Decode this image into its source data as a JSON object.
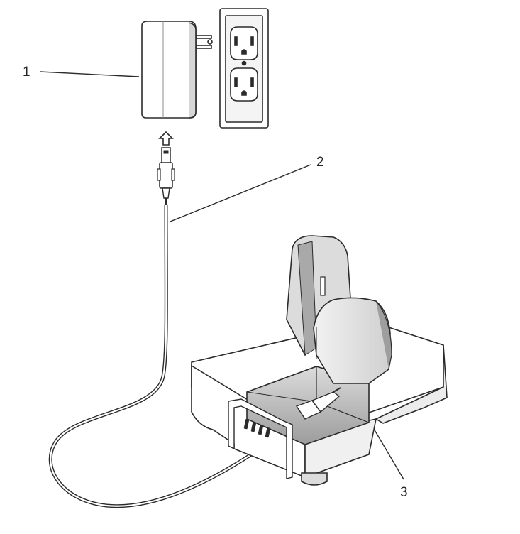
{
  "callouts": [
    {
      "id": "1",
      "label": "1"
    },
    {
      "id": "2",
      "label": "2"
    },
    {
      "id": "3",
      "label": "3"
    }
  ],
  "colors": {
    "stroke": "#2b2b2b",
    "shade_dark": "#9a9a9a",
    "shade_mid": "#c4c4c4",
    "shade_light": "#dedede",
    "fill_white": "#ffffff",
    "background": "#ffffff"
  },
  "parts": [
    {
      "name": "power-supply-icon"
    },
    {
      "name": "wall-outlet-icon"
    },
    {
      "name": "usb-cable-icon"
    },
    {
      "name": "charging-cradle-icon"
    }
  ]
}
